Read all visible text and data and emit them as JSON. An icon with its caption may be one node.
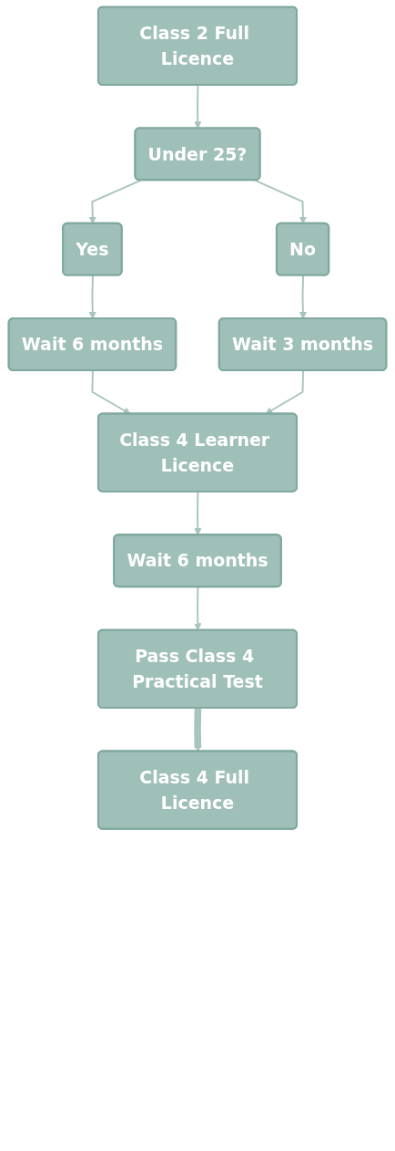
{
  "diagram": {
    "nodes": [
      {
        "text": [
          "Class 2 Full Licence"
        ]
      },
      {
        "text": [
          "Under 25?"
        ]
      },
      {
        "text": [
          "Yes"
        ]
      },
      {
        "text": [
          "No"
        ]
      },
      {
        "text": [
          "Wait 6 months"
        ]
      },
      {
        "text": [
          "Wait 3 months"
        ]
      },
      {
        "text": [
          "Class 4 Learner Licence"
        ]
      },
      {
        "text": [
          "Wait 6 months"
        ]
      },
      {
        "text": [
          "Pass Class 4 Practical Test"
        ]
      },
      {
        "text": [
          "Class 4 Full Licence"
        ]
      }
    ],
    "edges": [
      {
        "from": 0,
        "to": 1,
        "arrow": "to"
      },
      {
        "from": 1,
        "to": 2,
        "arrow": "to"
      },
      {
        "from": 1,
        "to": 3,
        "arrow": "to"
      },
      {
        "from": 2,
        "to": 4,
        "arrow": "to"
      },
      {
        "from": 3,
        "to": 5,
        "arrow": "to"
      },
      {
        "from": 4,
        "to": 6,
        "arrow": "to"
      },
      {
        "from": 5,
        "to": 6,
        "arrow": "to"
      },
      {
        "from": 6,
        "to": 7,
        "arrow": "to"
      },
      {
        "from": 7,
        "to": 8,
        "arrow": "to"
      },
      {
        "from": 8,
        "to": 9,
        "arrow": "to",
        "style": "thick"
      }
    ]
  }
}
